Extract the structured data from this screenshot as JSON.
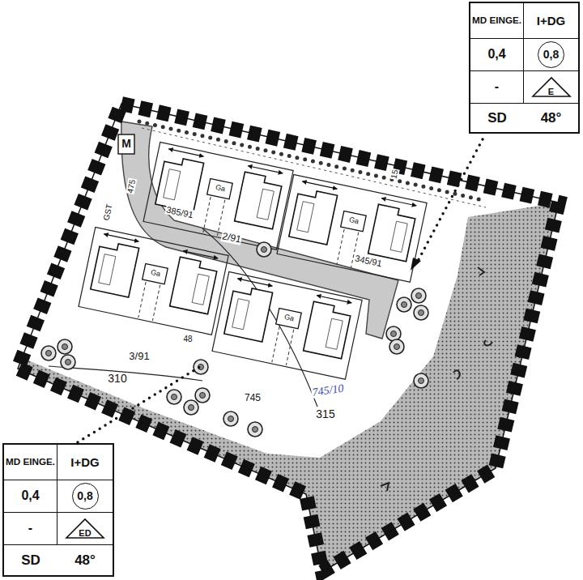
{
  "diagram": {
    "nodes": [
      {
        "text": [
          "MD EINGE.",
          "I+DG",
          "0,4",
          "0,8",
          "-",
          "E",
          "SD",
          "48°"
        ]
      },
      {
        "text": [
          "MD EINGE.",
          "I+DG",
          "0,4",
          "0,8",
          "-",
          "ED",
          "SD",
          "48°"
        ]
      }
    ],
    "labels": [
      "M",
      "15",
      "475",
      "Ga",
      "385/91",
      "GST",
      "Ga",
      "2/91",
      "345/91",
      "Ga",
      "Ga",
      "48",
      "3/91",
      "310",
      "745/10",
      "745",
      "315"
    ]
  }
}
